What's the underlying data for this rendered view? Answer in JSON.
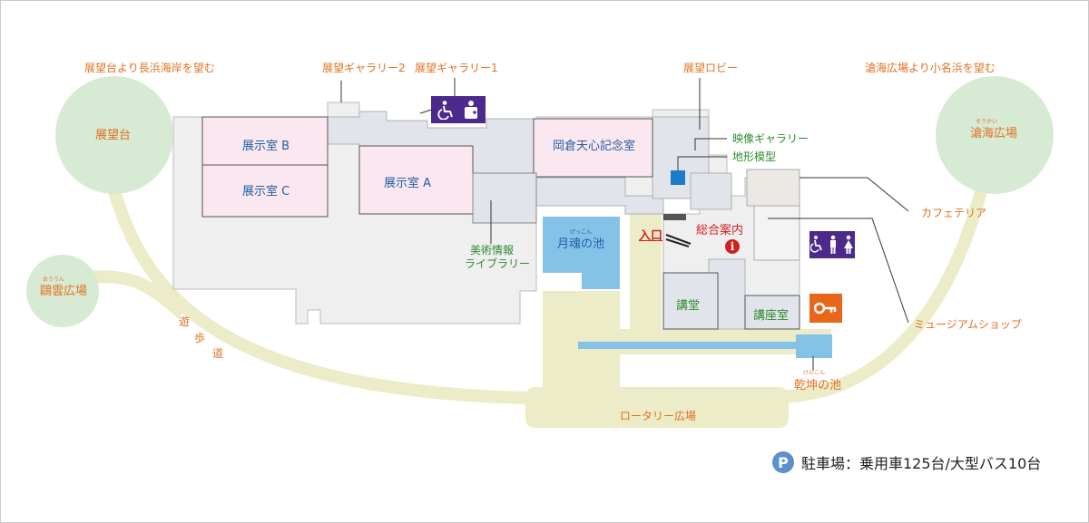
{
  "plazas": {
    "tenbodai": "展望台",
    "ouun_ruby": "おううん",
    "ouun": "鷗雲広場",
    "soukai_ruby": "そうかい",
    "soukai": "滄海広場"
  },
  "views": {
    "from_tenbodai": "展望台より長浜海岸を望む",
    "from_soukai": "滄海広場より小名浜を望む"
  },
  "galleries": {
    "gallery2": "展望ギャラリー2",
    "gallery1": "展望ギャラリー1",
    "lobby": "展望ロビー",
    "video": "映像ギャラリー",
    "terrain": "地形模型"
  },
  "rooms": {
    "room_b": "展示室 B",
    "room_c": "展示室 C",
    "room_a": "展示室 A",
    "okakura": "岡倉天心記念室",
    "library_line1": "美術情報",
    "library_line2": "ライブラリー",
    "kodo": "講堂",
    "kozashitsu": "講座室"
  },
  "facilities": {
    "entrance": "入口",
    "info": "総合案内",
    "info_icon": "i",
    "cafeteria": "カフェテリア",
    "shop": "ミュージアムショップ"
  },
  "ponds": {
    "gekkon_ruby": "げっこん",
    "gekkon": "月魂の池",
    "kenkon_ruby": "けんこん",
    "kenkon": "乾坤の池"
  },
  "paths": {
    "promenade_1": "遊",
    "promenade_2": "歩",
    "promenade_3": "道",
    "rotary": "ロータリー広場"
  },
  "parking": {
    "icon": "P",
    "text": "駐車場：乗用車125台/大型バス10台"
  },
  "colors": {
    "label_orange": "#e2701f",
    "room_blue": "#1f5fa8",
    "label_green": "#2e8b2e",
    "accent_red": "#d11f1f",
    "exhibit_pink": "#fbe7ef",
    "corridor_gray": "#e1e4ea",
    "outdoor_beige": "#ececc8",
    "plaza_green": "#d7ead3",
    "pond_blue": "#84c2e8",
    "sign_purple": "#4b2a8c",
    "sign_orange": "#e8661a",
    "parking_blue": "#5b8fd0"
  }
}
